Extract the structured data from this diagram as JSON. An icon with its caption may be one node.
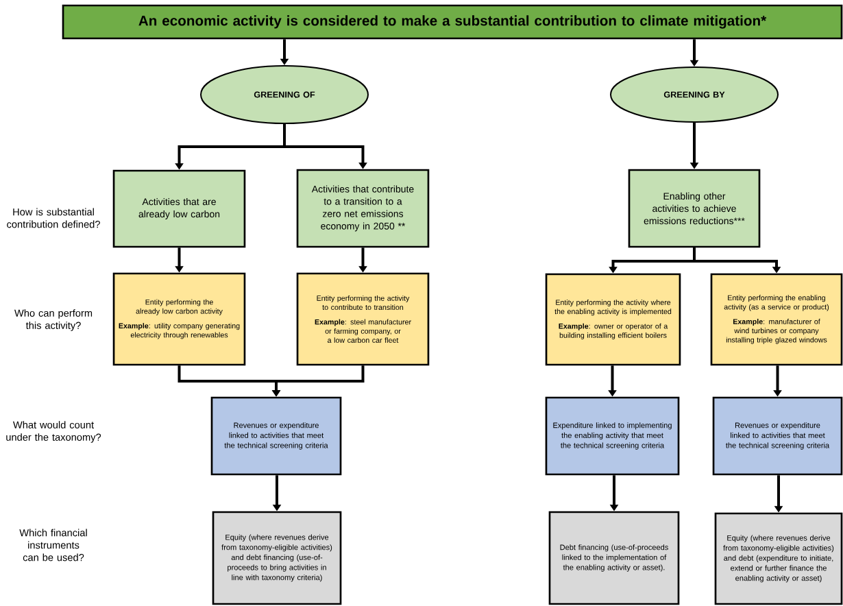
{
  "diagram": {
    "nodes": [
      {
        "text": [
          "An economic activity is considered to make a substantial contribution to climate mitigation*"
        ]
      },
      {
        "text": [
          "GREENING OF"
        ]
      },
      {
        "text": [
          "GREENING BY"
        ]
      },
      {
        "text": [
          "Activities that are already low carbon"
        ]
      },
      {
        "text": [
          "Activities that contribute to a transition to a zero net emissions economy in 2050 **"
        ]
      },
      {
        "text": [
          "Enabling other activities to achieve emissions reductions***"
        ]
      },
      {
        "text": [
          "Entity performing the already low carbon activity",
          "**Example**: utility company generating electricity through renewables"
        ]
      },
      {
        "text": [
          "Entity performing the activity to contribute to transition",
          "**Example**: steel manufacturer or farming company, or a low carbon car fleet"
        ]
      },
      {
        "text": [
          "Entity performing the activity where the enabling activity is implemented",
          "**Example**: owner or operator of a building installing efficient boilers"
        ]
      },
      {
        "text": [
          "Entity performing the enabling activity (as a service or product)",
          "**Example**: manufacturer of wind turbines or company installing triple glazed windows"
        ]
      },
      {
        "text": [
          "Revenues or expenditure linked to activities that meet the technical screening criteria"
        ]
      },
      {
        "text": [
          "Expenditure linked to implementing the enabling activity that meet the technical screening criteria"
        ]
      },
      {
        "text": [
          "Revenues or expenditure linked to activities that meet the technical screening criteria"
        ]
      },
      {
        "text": [
          "Equity (where revenues derive from taxonomy-eligible activities) and debt financing (use-of-proceeds to bring activities in line with taxonomy criteria)"
        ]
      },
      {
        "text": [
          "Debt financing (use-of-proceeds linked to the implementation of the enabling activity or asset)."
        ]
      },
      {
        "text": [
          "Equity (where revenues derive from taxonomy-eligible activities) and debt (expenditure to initiate, extend or further finance the enabling activity or asset)"
        ]
      }
    ],
    "edges": [
      {
        "from": 0,
        "to": 1,
        "arrow": "to"
      },
      {
        "from": 0,
        "to": 2,
        "arrow": "to"
      },
      {
        "from": 1,
        "to": 3,
        "arrow": "to"
      },
      {
        "from": 1,
        "to": 4,
        "arrow": "to"
      },
      {
        "from": 2,
        "to": 5,
        "arrow": "to"
      },
      {
        "from": 3,
        "to": 6,
        "arrow": "to"
      },
      {
        "from": 4,
        "to": 7,
        "arrow": "to"
      },
      {
        "from": 5,
        "to": 8,
        "arrow": "to"
      },
      {
        "from": 5,
        "to": 9,
        "arrow": "to"
      },
      {
        "from": 6,
        "to": 10,
        "arrow": "to"
      },
      {
        "from": 7,
        "to": 10,
        "arrow": "to"
      },
      {
        "from": 8,
        "to": 11,
        "arrow": "to"
      },
      {
        "from": 9,
        "to": 12,
        "arrow": "to"
      },
      {
        "from": 10,
        "to": 13,
        "arrow": "to"
      },
      {
        "from": 11,
        "to": 14,
        "arrow": "to"
      },
      {
        "from": 12,
        "to": 15,
        "arrow": "to"
      }
    ],
    "labels": [
      "How is substantial contribution defined?",
      "Who can perform this activity?",
      "What would count under the taxonomy?",
      "Which financial instruments can be used?"
    ]
  }
}
